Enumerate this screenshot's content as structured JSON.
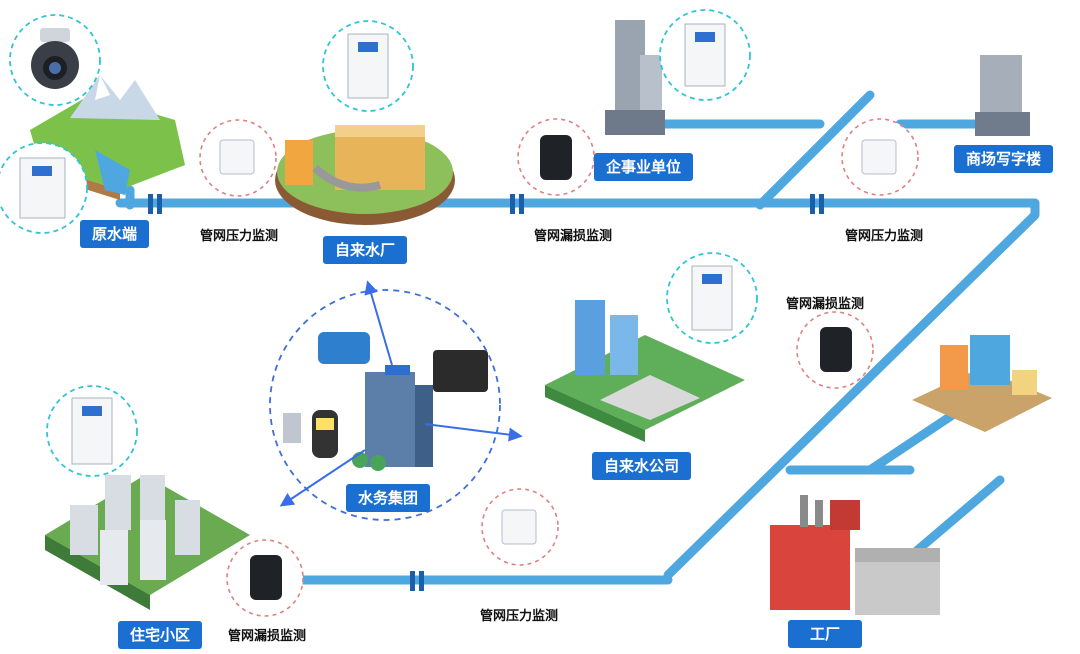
{
  "nodes": {
    "source": "原水端",
    "plant": "自来水厂",
    "enterprise": "企事业单位",
    "mall": "商场写字楼",
    "company": "自来水公司",
    "group": "水务集团",
    "residential": "住宅小区",
    "factory": "工厂"
  },
  "monitors": {
    "pressure_1": "管网压力监测",
    "leak_1": "管网漏损监测",
    "pressure_2": "管网压力监测",
    "leak_2": "管网漏损监测",
    "pressure_3": "管网压力监测",
    "leak_3": "管网漏损监测"
  },
  "colors": {
    "pipe": "#4fa7e0",
    "label_bg": "#1b6fd1",
    "sensor_ring": "#e08080",
    "device_ring": "#2ec5d6",
    "group_ring": "#3d6fd8",
    "arrow": "#3a6ee8"
  }
}
